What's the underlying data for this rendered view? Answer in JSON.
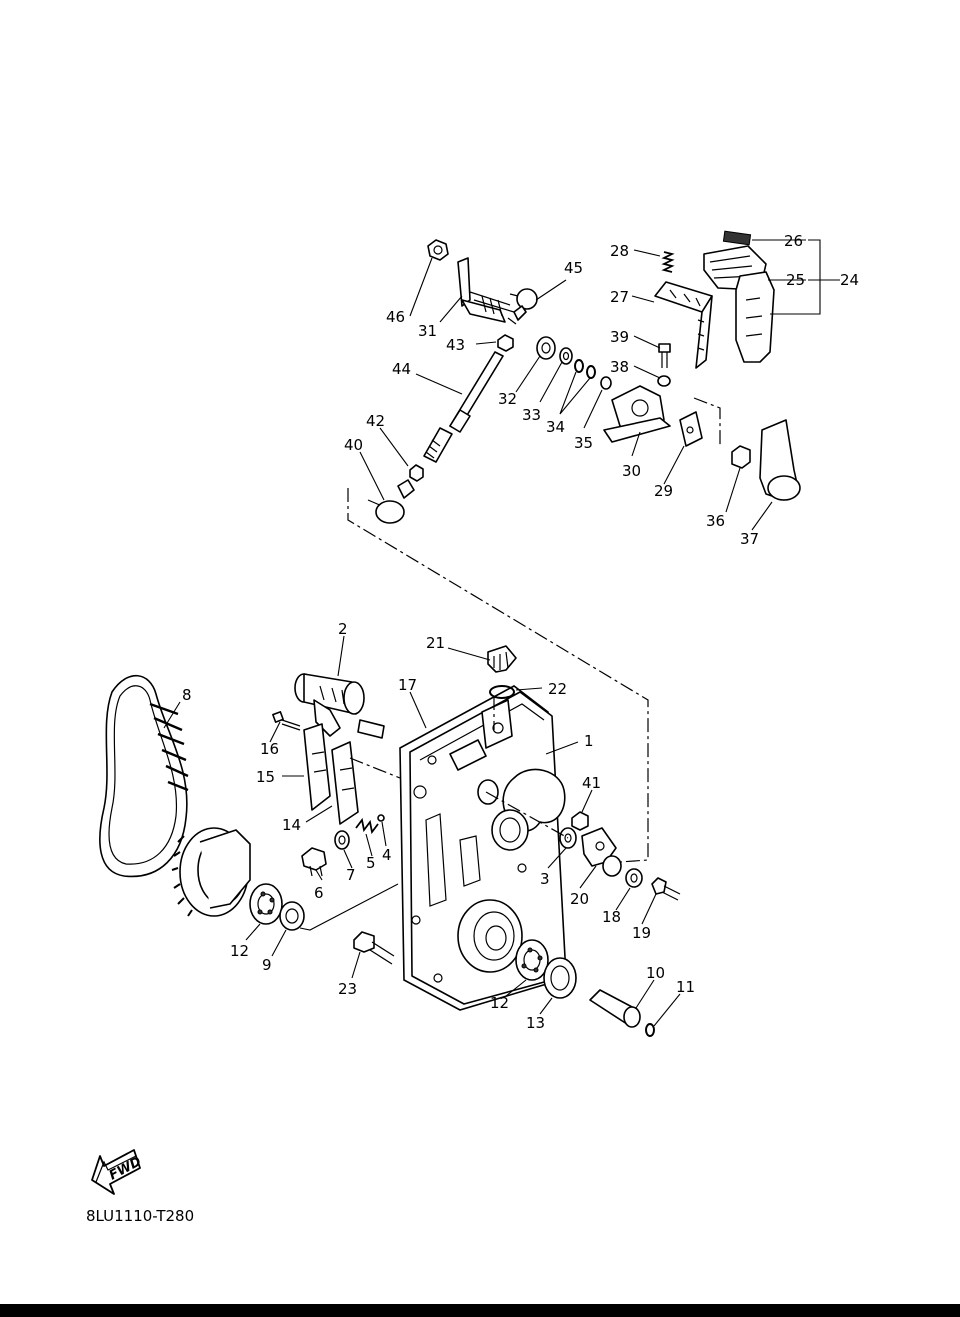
{
  "drawing_code": "8LU1110-T280",
  "fwd_badge": "FWD",
  "colors": {
    "background": "#ffffff",
    "lines": "#000000",
    "footer_bar": "#000000"
  },
  "callouts": [
    {
      "id": "1",
      "text": "1"
    },
    {
      "id": "2",
      "text": "2"
    },
    {
      "id": "3",
      "text": "3"
    },
    {
      "id": "4",
      "text": "4"
    },
    {
      "id": "5",
      "text": "5"
    },
    {
      "id": "6",
      "text": "6"
    },
    {
      "id": "7",
      "text": "7"
    },
    {
      "id": "8",
      "text": "8"
    },
    {
      "id": "9",
      "text": "9"
    },
    {
      "id": "10",
      "text": "10"
    },
    {
      "id": "11",
      "text": "11"
    },
    {
      "id": "12a",
      "text": "12"
    },
    {
      "id": "12b",
      "text": "12"
    },
    {
      "id": "13",
      "text": "13"
    },
    {
      "id": "14",
      "text": "14"
    },
    {
      "id": "15",
      "text": "15"
    },
    {
      "id": "16",
      "text": "16"
    },
    {
      "id": "17",
      "text": "17"
    },
    {
      "id": "18",
      "text": "18"
    },
    {
      "id": "19",
      "text": "19"
    },
    {
      "id": "20",
      "text": "20"
    },
    {
      "id": "21",
      "text": "21"
    },
    {
      "id": "22",
      "text": "22"
    },
    {
      "id": "23",
      "text": "23"
    },
    {
      "id": "24",
      "text": "24"
    },
    {
      "id": "25",
      "text": "25"
    },
    {
      "id": "26",
      "text": "26"
    },
    {
      "id": "27",
      "text": "27"
    },
    {
      "id": "28",
      "text": "28"
    },
    {
      "id": "29",
      "text": "29"
    },
    {
      "id": "30",
      "text": "30"
    },
    {
      "id": "31",
      "text": "31"
    },
    {
      "id": "32",
      "text": "32"
    },
    {
      "id": "33",
      "text": "33"
    },
    {
      "id": "34",
      "text": "34"
    },
    {
      "id": "35",
      "text": "35"
    },
    {
      "id": "36",
      "text": "36"
    },
    {
      "id": "37",
      "text": "37"
    },
    {
      "id": "38",
      "text": "38"
    },
    {
      "id": "39",
      "text": "39"
    },
    {
      "id": "40",
      "text": "40"
    },
    {
      "id": "41",
      "text": "41"
    },
    {
      "id": "42",
      "text": "42"
    },
    {
      "id": "43",
      "text": "43"
    },
    {
      "id": "44",
      "text": "44"
    },
    {
      "id": "45",
      "text": "45"
    },
    {
      "id": "46",
      "text": "46"
    }
  ]
}
